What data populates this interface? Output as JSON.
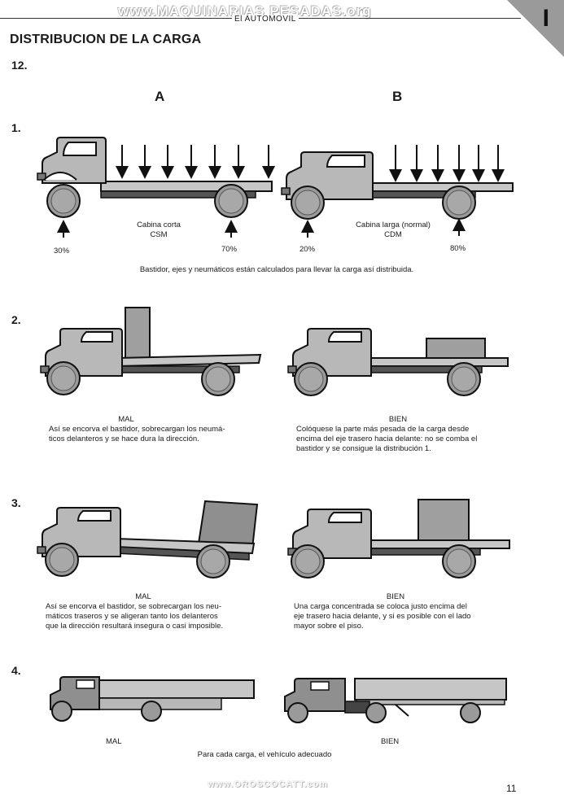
{
  "header": {
    "watermark_top": "www.MAQUINARIAS PESADAS.org",
    "running_title": "El AUTOMOVIL",
    "chapter_tab": "I"
  },
  "page": {
    "title": "DISTRIBUCION DE LA CARGA",
    "figure_number": "12.",
    "col_a": "A",
    "col_b": "B",
    "page_number": "11",
    "watermark_bottom": "www.OROSCOCATT.com"
  },
  "section1": {
    "number": "1.",
    "a_label_line1": "Cabina corta",
    "a_label_line2": "CSM",
    "a_front_pct": "30%",
    "a_rear_pct": "70%",
    "b_label_line1": "Cabina larga (normal)",
    "b_label_line2": "CDM",
    "b_front_pct": "20%",
    "b_rear_pct": "80%",
    "caption": "Bastidor, ejes y neumáticos están calculados para llevar la carga así distribuida."
  },
  "section2": {
    "number": "2.",
    "a_verdict": "MAL",
    "a_text_line1": "Así se encorva el bastidor, sobrecargan los neumá-",
    "a_text_line2": "ticos delanteros y se hace dura la dirección.",
    "b_verdict": "BIEN",
    "b_text_line1": "Colóquese la parte más pesada de la carga desde",
    "b_text_line2": "encima del eje trasero hacia delante: no se comba el",
    "b_text_line3": "bastidor y se consigue la distribución 1."
  },
  "section3": {
    "number": "3.",
    "a_verdict": "MAL",
    "a_text_line1": "Así se encorva el bastidor, se sobrecargan los neu-",
    "a_text_line2": "máticos traseros y se aligeran tanto los delanteros",
    "a_text_line3": "que la dirección resultará insegura o casi imposible.",
    "b_verdict": "BIEN",
    "b_text_line1": "Una carga concentrada se coloca justo encima del",
    "b_text_line2": "eje trasero hacia delante, y si es posible con el lado",
    "b_text_line3": "mayor sobre el piso."
  },
  "section4": {
    "number": "4.",
    "a_verdict": "MAL",
    "b_verdict": "BIEN",
    "caption": "Para cada carga, el vehículo adecuado"
  }
}
